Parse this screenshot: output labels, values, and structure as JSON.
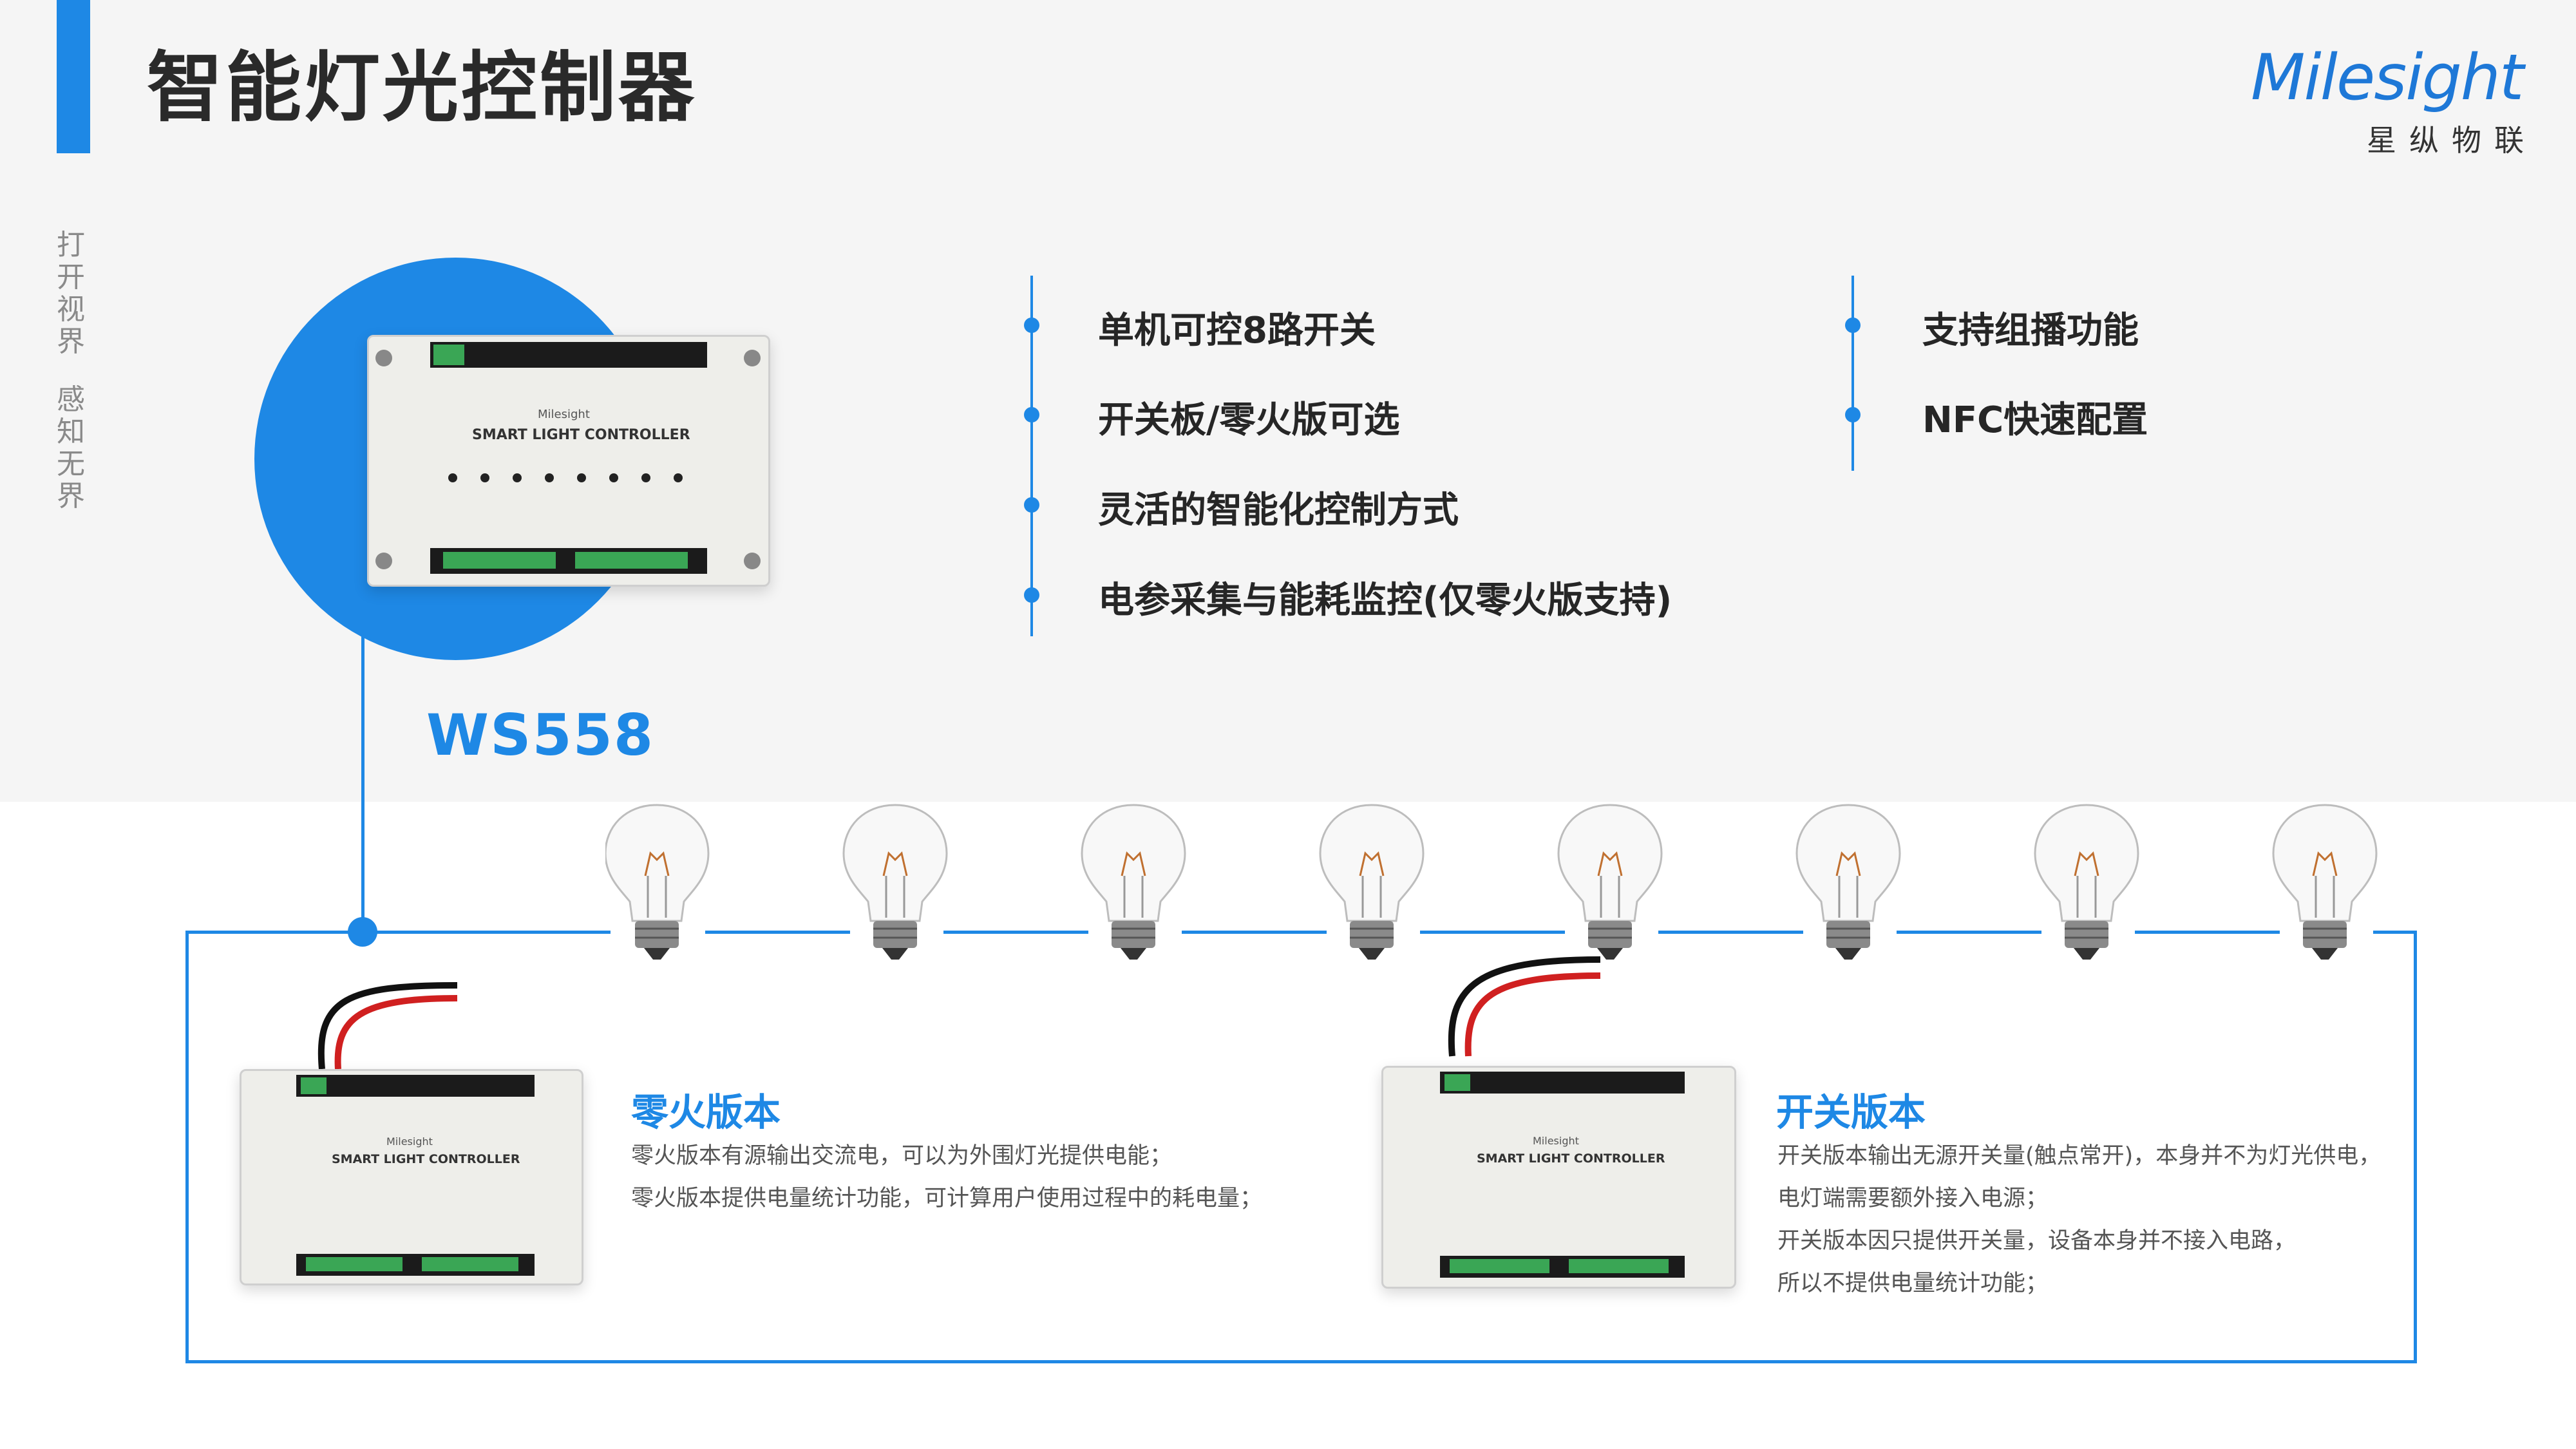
{
  "title": "智能灯光控制器",
  "side_tagline": [
    "打开视界",
    "感知无界"
  ],
  "brand": {
    "logo_text": "Milesight",
    "logo_sub": "星纵物联",
    "accent": "#1e88e5"
  },
  "product": {
    "model": "WS558",
    "device_label": "SMART LIGHT CONTROLLER",
    "device_brand": "Milesight"
  },
  "features_left": [
    "单机可控8路开关",
    "开关板/零火版可选",
    "灵活的智能化控制方式",
    "电参采集与能耗监控(仅零火版支持)"
  ],
  "features_right": [
    "支持组播功能",
    "NFC快速配置"
  ],
  "bulbs": 8,
  "versions": [
    {
      "title": "零火版本",
      "lines": [
        "零火版本有源输出交流电，可以为外围灯光提供电能；",
        "零火版本提供电量统计功能，可计算用户使用过程中的耗电量；"
      ]
    },
    {
      "title": "开关版本",
      "lines": [
        "开关版本输出无源开关量(触点常开)，本身并不为灯光供电，",
        "电灯端需要额外接入电源；",
        "开关版本因只提供开关量，设备本身并不接入电路，",
        "所以不提供电量统计功能；"
      ]
    }
  ]
}
